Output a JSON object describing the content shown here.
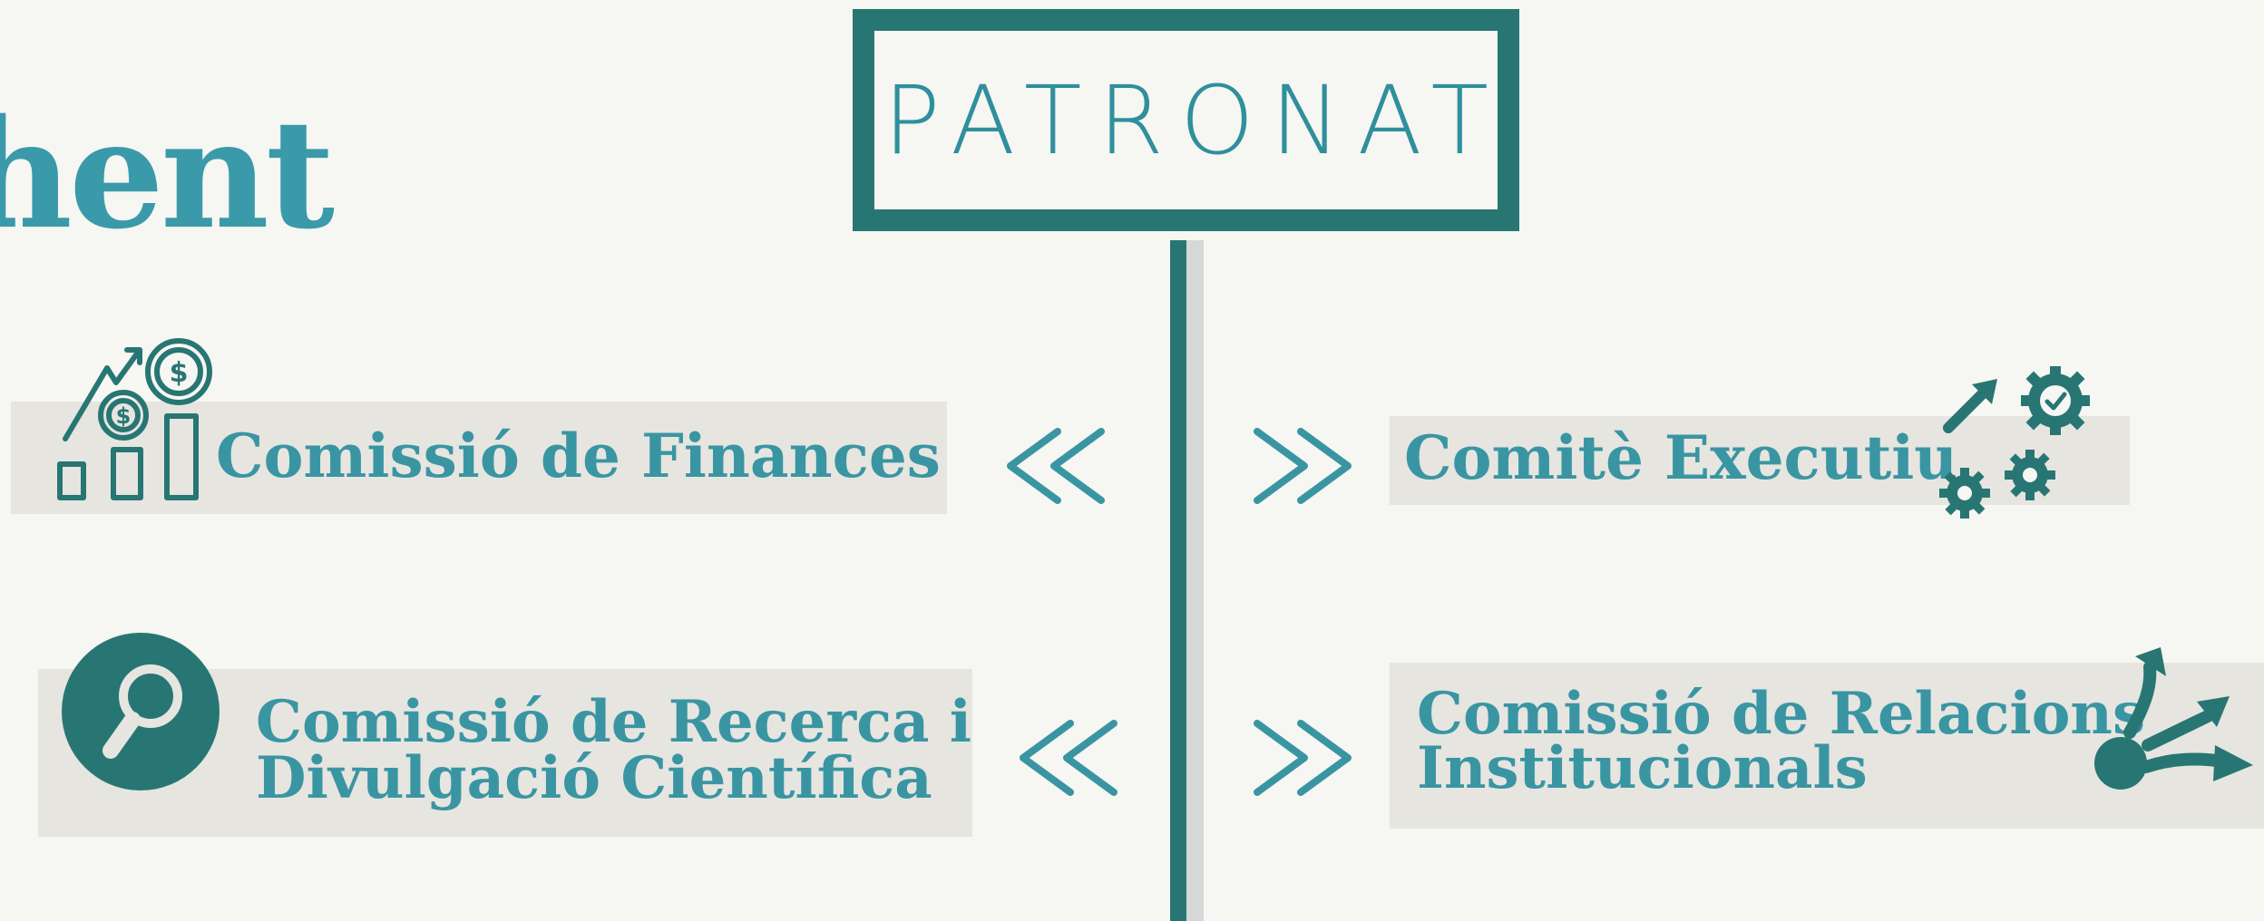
{
  "heading_fragment": "hent",
  "title": {
    "label": "PATRONAT"
  },
  "committees": {
    "finances": {
      "label": "Comissió de Finances",
      "icon": "finance-growth-icon"
    },
    "executiu": {
      "label": "Comitè Executiu",
      "icon": "gears-icon"
    },
    "recerca": {
      "line1": "Comissió de Recerca i",
      "line2": "Divulgació Científica",
      "icon": "magnifier-icon"
    },
    "relacions": {
      "line1": "Comissió de Relacions",
      "line2": "Institucionals",
      "icon": "branching-arrows-icon"
    }
  },
  "connectors": {
    "left_glyph": "double-chevron-left-icon",
    "right_glyph": "double-chevron-right-icon"
  },
  "colors": {
    "background": "#f6f6f2",
    "dark_teal": "#287673",
    "teal_text": "#3a95a3",
    "band": "#e6e5e0",
    "stem_shadow": "#d5d8d7"
  }
}
